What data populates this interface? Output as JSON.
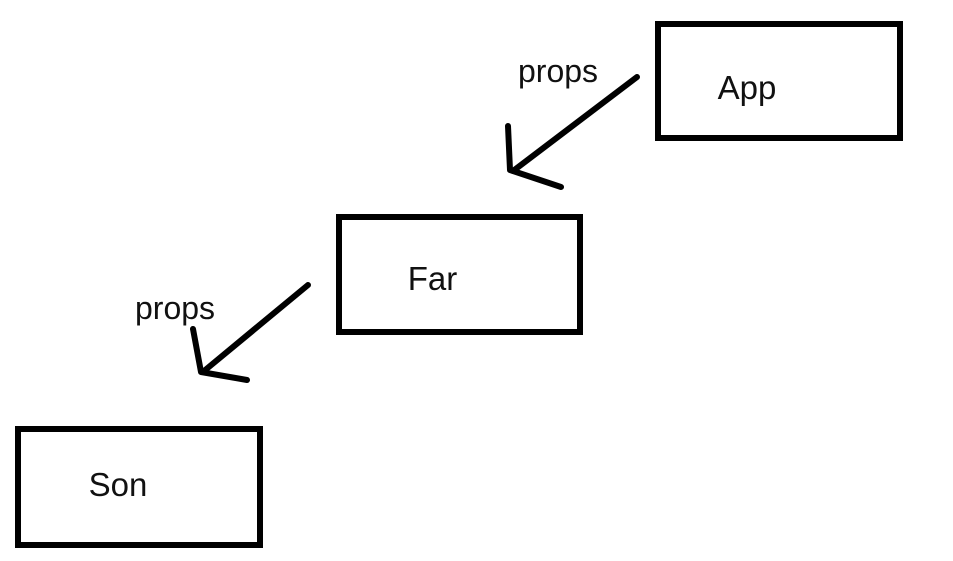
{
  "canvas": {
    "background_color": "#ffffff",
    "ink_color": "#000000"
  },
  "diagram": {
    "nodes": [
      {
        "id": "app",
        "label": "App"
      },
      {
        "id": "far",
        "label": "Far"
      },
      {
        "id": "son",
        "label": "Son"
      }
    ],
    "edges": [
      {
        "from": "App",
        "to": "Far",
        "label": "props"
      },
      {
        "from": "Far",
        "to": "Son",
        "label": "props"
      }
    ]
  }
}
